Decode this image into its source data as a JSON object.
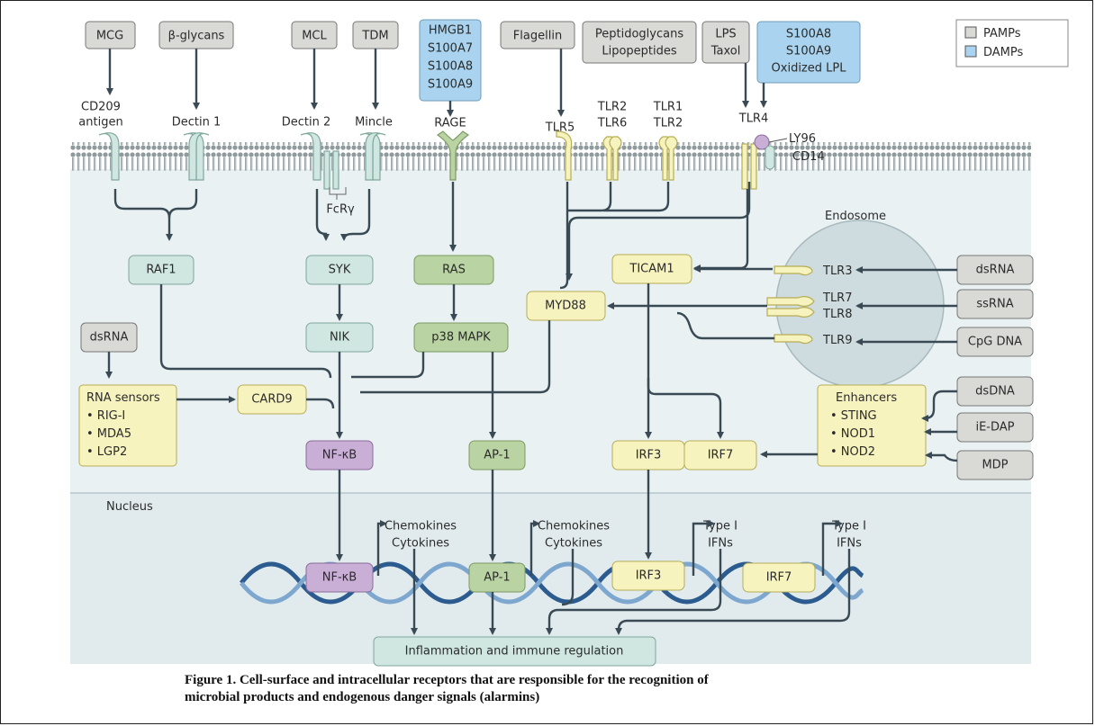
{
  "legend": {
    "pamps": "PAMPs",
    "damps": "DAMPs"
  },
  "ligands": {
    "mcg": "MCG",
    "bglycans": "β-glycans",
    "mcl": "MCL",
    "tdm": "TDM",
    "hmgb1": [
      "HMGB1",
      "S100A7",
      "S100A8",
      "S100A9"
    ],
    "flagellin": "Flagellin",
    "pepti": [
      "Peptidoglycans",
      "Lipopeptides"
    ],
    "lps": [
      "LPS",
      "Taxol"
    ],
    "s100a8": [
      "S100A8",
      "S100A9",
      "Oxidized LPL"
    ],
    "dsrna_endo": "dsRNA",
    "ssrna": "ssRNA",
    "cpg": "CpG DNA",
    "dsrna_cyto": "dsRNA",
    "dsdna": "dsDNA",
    "iedap": "iE-DAP",
    "mdp": "MDP"
  },
  "receptors": {
    "cd209": [
      "CD209",
      "antigen"
    ],
    "dectin1": "Dectin 1",
    "dectin2": "Dectin 2",
    "mincle": "Mincle",
    "rage": "RAGE",
    "tlr5": "TLR5",
    "tlr26": [
      "TLR2",
      "TLR6"
    ],
    "tlr12": [
      "TLR1",
      "TLR2"
    ],
    "tlr4": "TLR4",
    "ly96": "LY96",
    "cd14": "CD14",
    "fcry": "FcRγ",
    "tlr3": "TLR3",
    "tlr78": [
      "TLR7",
      "TLR8"
    ],
    "tlr9": "TLR9"
  },
  "nodes": {
    "raf1": "RAF1",
    "syk": "SYK",
    "ras": "RAS",
    "nik": "NIK",
    "p38": "p38 MAPK",
    "ticam1": "TICAM1",
    "myd88": "MYD88",
    "card9": "CARD9",
    "rna_sensors": [
      "RNA sensors",
      "• RIG-I",
      "• MDA5",
      "• LGP2"
    ],
    "enhancers": [
      "Enhancers",
      "• STING",
      "• NOD1",
      "• NOD2"
    ],
    "nfkb": "NF-κB",
    "ap1": "AP-1",
    "irf3": "IRF3",
    "irf7": "IRF7",
    "nfkb_n": "NF-κB",
    "ap1_n": "AP-1",
    "irf3_n": "IRF3",
    "irf7_n": "IRF7",
    "inflammation": "Inflammation and immune regulation"
  },
  "labels": {
    "endosome": "Endosome",
    "nucleus": "Nucleus",
    "chemo1": [
      "Chemokines",
      "Cytokines"
    ],
    "chemo2": [
      "Chemokines",
      "Cytokines"
    ],
    "ifn1": [
      "Type I",
      "IFNs"
    ],
    "ifn2": [
      "Type I",
      "IFNs"
    ]
  },
  "caption": {
    "line1": "Figure 1. Cell-surface and intracellular receptors that are responsible for the recognition of",
    "line2": "microbial products and endogenous danger signals (alarmins)"
  },
  "colors": {
    "pamp_fill": "#d9d9d6",
    "damp_fill": "#a9d3ee",
    "ctype_fill": "#cfe7e0",
    "ras_fill": "#b9d3a2",
    "tlr_fill": "#f6f3be",
    "nfkb_fill": "#c9aed6",
    "cytoplasm": "#e9f1f3",
    "nucleus": "#e1ebee",
    "endosome": "#cfdcdf",
    "arrow": "#3a4a55"
  }
}
